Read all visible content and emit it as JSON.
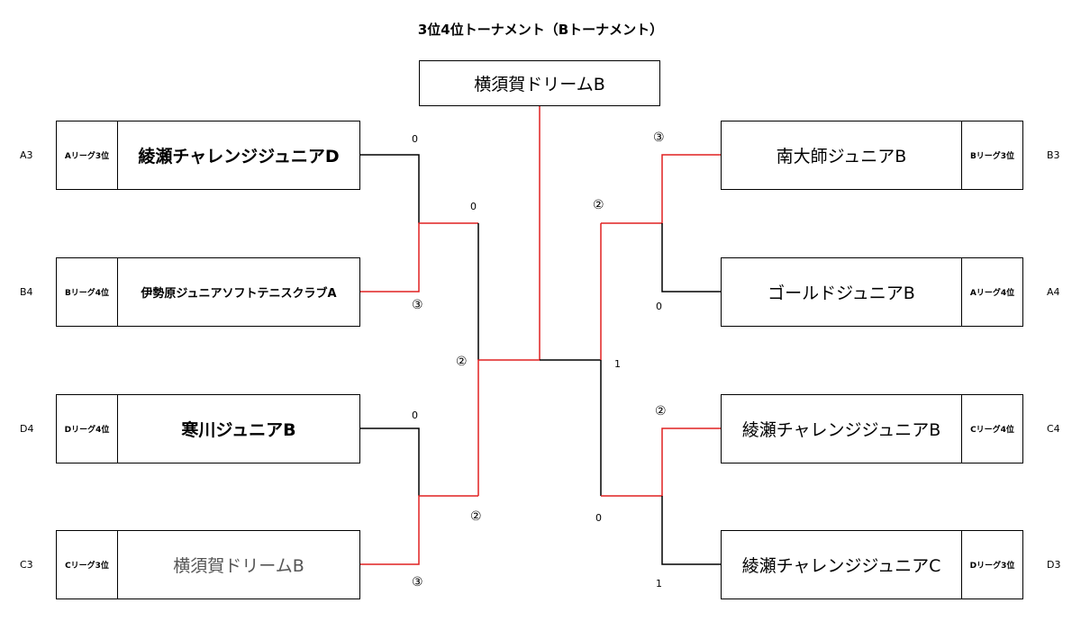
{
  "title": "3位4位トーナメント（Bトーナメント）",
  "champion": "横須賀ドリームB",
  "colors": {
    "win_line": "#e02020",
    "lose_line": "#000000"
  },
  "left": [
    {
      "seed": "A3",
      "league": "Aリーグ3位",
      "team": "綾瀬チャレンジジュニアD"
    },
    {
      "seed": "B4",
      "league": "Bリーグ4位",
      "team": "伊勢原ジュニアソフトテニスクラブA"
    },
    {
      "seed": "D4",
      "league": "Dリーグ4位",
      "team": "寒川ジュニアB"
    },
    {
      "seed": "C3",
      "league": "Cリーグ3位",
      "team": "横須賀ドリームB"
    }
  ],
  "right": [
    {
      "seed": "B3",
      "league": "Bリーグ3位",
      "team": "南大師ジュニアB"
    },
    {
      "seed": "A4",
      "league": "Aリーグ4位",
      "team": "ゴールドジュニアB"
    },
    {
      "seed": "C4",
      "league": "Cリーグ4位",
      "team": "綾瀬チャレンジジュニアB"
    },
    {
      "seed": "D3",
      "league": "Dリーグ3位",
      "team": "綾瀬チャレンジジュニアC"
    }
  ],
  "scores": {
    "l1_top": "0",
    "l1_bot": "③",
    "l2_top": "0",
    "l2_bot": "③",
    "lsf_top": "0",
    "lsf_bot": "②",
    "lf": "②",
    "r1_top": "③",
    "r1_bot": "0",
    "r2_top": "②",
    "r2_bot": "1",
    "rsf_top": "②",
    "rsf_bot": "0",
    "rf": "1"
  }
}
